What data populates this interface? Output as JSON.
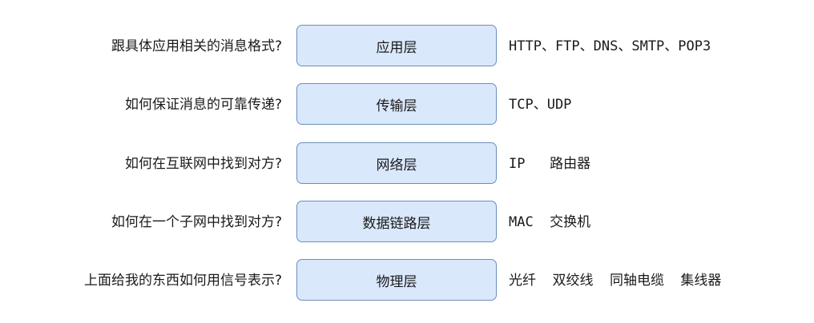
{
  "layers": [
    {
      "question": "跟具体应用相关的消息格式?",
      "name": "应用层",
      "protocols": "HTTP、FTP、DNS、SMTP、POP3"
    },
    {
      "question": "如何保证消息的可靠传递?",
      "name": "传输层",
      "protocols": "TCP、UDP"
    },
    {
      "question": "如何在互联网中找到对方?",
      "name": "网络层",
      "protocols": "IP   路由器"
    },
    {
      "question": "如何在一个子网中找到对方?",
      "name": "数据链路层",
      "protocols": "MAC  交换机"
    },
    {
      "question": "上面给我的东西如何用信号表示?",
      "name": "物理层",
      "protocols": "光纤  双绞线  同轴电缆  集线器"
    }
  ],
  "colors": {
    "box_fill": "#dae8fc",
    "box_border": "#6c8ebf",
    "text": "#1a1a1a"
  }
}
